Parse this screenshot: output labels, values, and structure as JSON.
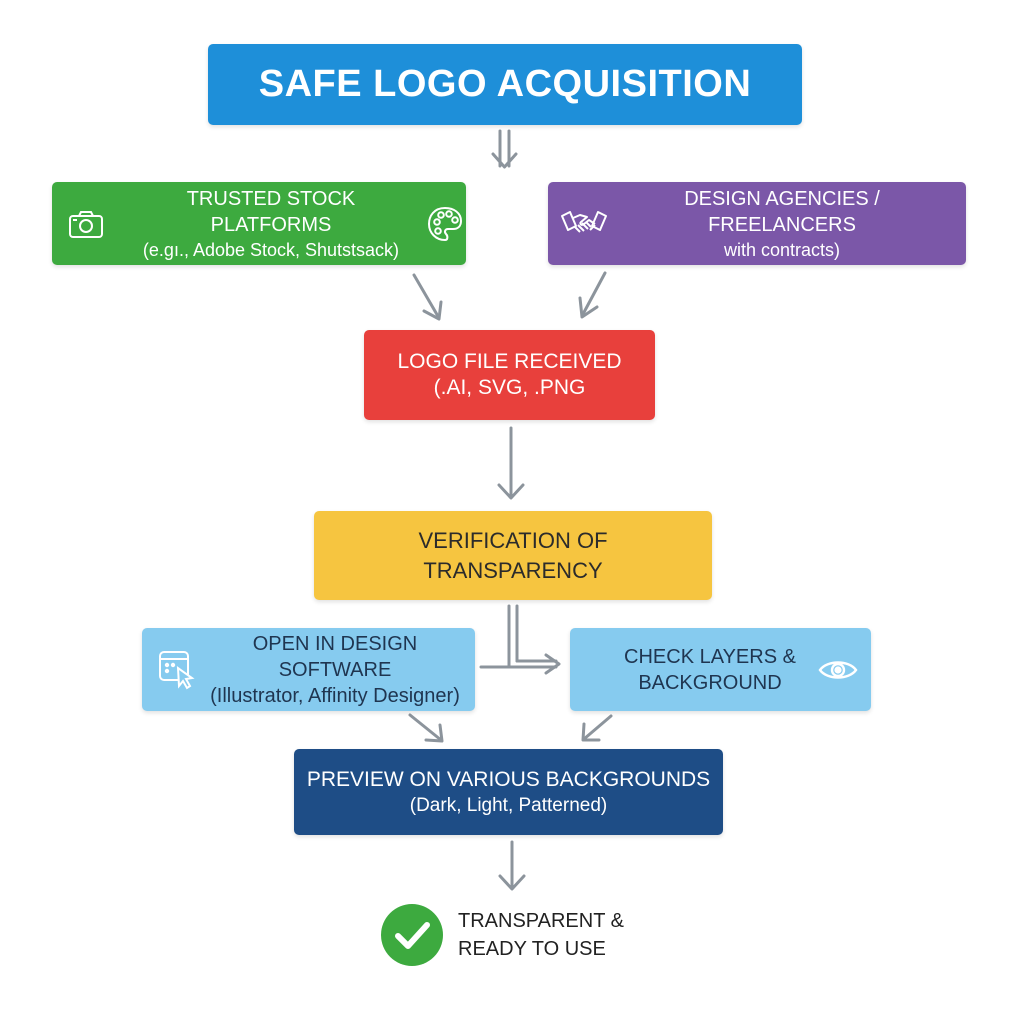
{
  "title": "SAFE LOGO ACQUISITION",
  "colors": {
    "title_bg": "#1E8FD9",
    "stock_bg": "#3DAA3F",
    "agency_bg": "#7B57A8",
    "received_bg": "#E8403C",
    "verify_bg": "#F6C540",
    "open_bg": "#86CBEF",
    "check_bg": "#86CBEF",
    "preview_bg": "#1E4D86",
    "check_circle": "#3DAA3F",
    "arrow": "#8C949C"
  },
  "nodes": {
    "stock": {
      "line1": "TRUSTED STOCK PLATFORMS",
      "line2": "(e.gı., Adobe Stock, Shutstsack)",
      "icons": [
        "camera-icon",
        "palette-icon"
      ]
    },
    "agency": {
      "line1": "DESIGN AGENCIES / FREELANCERS",
      "line2": "with contracts)",
      "icons": [
        "handshake-icon"
      ]
    },
    "received": {
      "line1": "LOGO FILE RECEIVED",
      "line2": "(.AI, SVG, .PNG"
    },
    "verify": {
      "line1": "VERIFICATION OF",
      "line2": "TRANSPARENCY"
    },
    "open": {
      "line1": "OPEN IN DESIGN SOFTWARE",
      "line2": "(Illustrator, Affinity Designer)",
      "icons": [
        "software-cursor-icon"
      ]
    },
    "check": {
      "line1": "CHECK LAYERS &",
      "line2": "BACKGROUND",
      "icons": [
        "eye-icon"
      ]
    },
    "preview": {
      "line1": "PREVIEW ON VARIOUS BACKGROUNDS",
      "line2": "(Dark, Light, Patterned)"
    },
    "final": {
      "line1": "TRANSPARENT &",
      "line2": "READY TO USE",
      "icons": [
        "checkmark-icon"
      ]
    }
  }
}
